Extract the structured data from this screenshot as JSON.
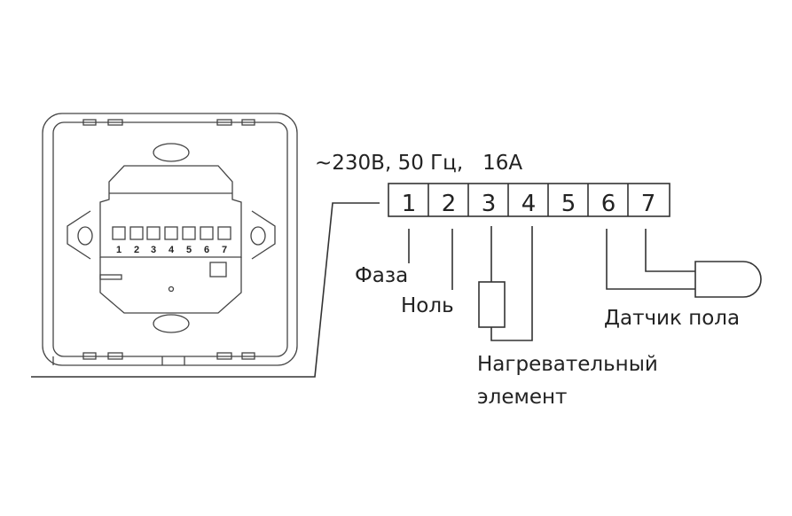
{
  "supply_label": "~230В, 50 Гц,   16А",
  "terminals": [
    "1",
    "2",
    "3",
    "4",
    "5",
    "6",
    "7"
  ],
  "device_terminals": [
    "1",
    "2",
    "3",
    "4",
    "5",
    "6",
    "7"
  ],
  "labels": {
    "phase": "Фаза",
    "neutral": "Ноль",
    "heating_line1": "Нагревательный",
    "heating_line2": "элемент",
    "floor_sensor": "Датчик пола"
  }
}
